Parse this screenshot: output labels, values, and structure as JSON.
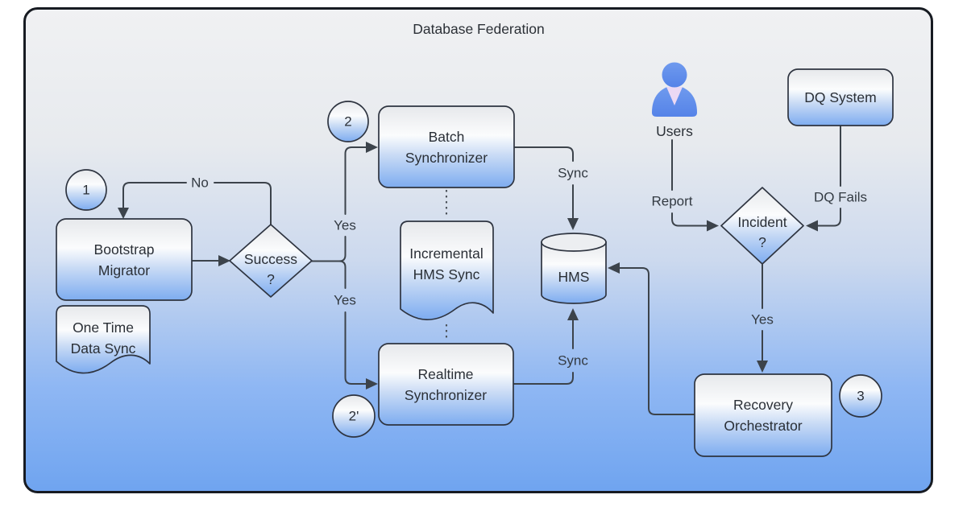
{
  "title": "Database Federation",
  "nodes": {
    "badge1": "1",
    "badge2": "2",
    "badge2p": "2'",
    "badge3": "3",
    "bootstrap": {
      "l1": "Bootstrap",
      "l2": "Migrator"
    },
    "onetime": {
      "l1": "One Time",
      "l2": "Data Sync"
    },
    "success": {
      "l1": "Success",
      "l2": "?"
    },
    "batch": {
      "l1": "Batch",
      "l2": "Synchronizer"
    },
    "incremental": {
      "l1": "Incremental",
      "l2": "HMS Sync"
    },
    "realtime": {
      "l1": "Realtime",
      "l2": "Synchronizer"
    },
    "hms": "HMS",
    "users": "Users",
    "incident": {
      "l1": "Incident",
      "l2": "?"
    },
    "dq": "DQ System",
    "recovery": {
      "l1": "Recovery",
      "l2": "Orchestrator"
    }
  },
  "edges": {
    "no": "No",
    "yes_batch": "Yes",
    "yes_realtime": "Yes",
    "sync_batch": "Sync",
    "sync_realtime": "Sync",
    "report": "Report",
    "dq_fails": "DQ Fails",
    "yes_recovery": "Yes"
  },
  "colors": {
    "frame_border": "#171b22",
    "node_border": "#2e3440",
    "line": "#3c434b",
    "text": "#2a2f36",
    "bg_top": "#f0f1f3",
    "bg_bottom": "#6fa4f0",
    "node_top": "#e6e8eb",
    "node_bottom": "#7dacf0",
    "person_blue": "#5b89e9",
    "person_pink": "#ecd9f4"
  }
}
